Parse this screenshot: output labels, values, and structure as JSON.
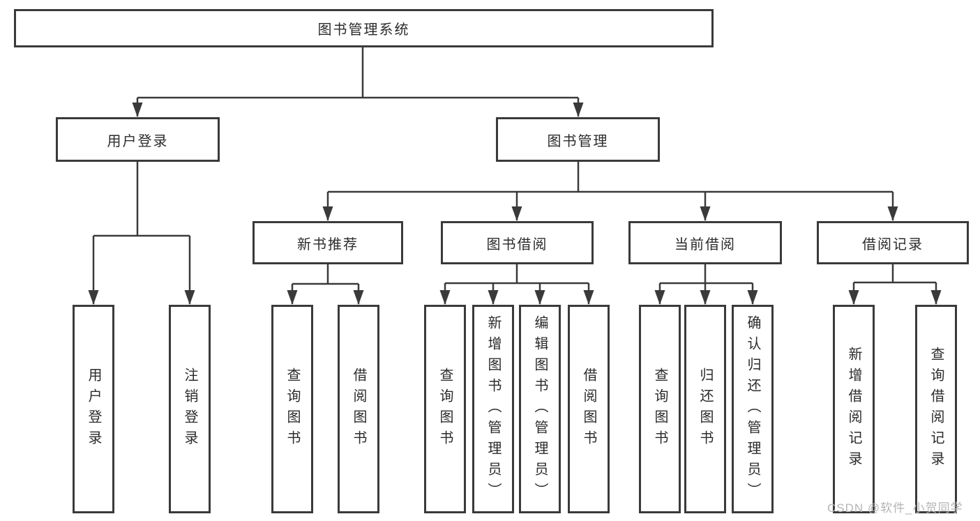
{
  "diagram": {
    "root": {
      "label": "图书管理系统"
    },
    "level1": [
      {
        "label": "用户登录",
        "children": [
          "用户登录",
          "注销登录"
        ]
      },
      {
        "label": "图书管理"
      }
    ],
    "level2": [
      {
        "label": "新书推荐",
        "children": [
          "查询图书",
          "借阅图书"
        ]
      },
      {
        "label": "图书借阅",
        "children": [
          "查询图书",
          "新增图书（管理员）",
          "编辑图书（管理员）",
          "借阅图书"
        ]
      },
      {
        "label": "当前借阅",
        "children": [
          "查询图书",
          "归还图书",
          "确认归还（管理员）"
        ]
      },
      {
        "label": "借阅记录",
        "children": [
          "新增借阅记录",
          "查询借阅记录"
        ]
      }
    ]
  },
  "watermark": {
    "text": "CSDN @软件_小贺同学"
  },
  "colors": {
    "line": "#3a3a3a",
    "box_border": "#3a3a3a",
    "text": "#2b2b2b",
    "background": "#ffffff",
    "watermark": "#b5b5b5"
  }
}
